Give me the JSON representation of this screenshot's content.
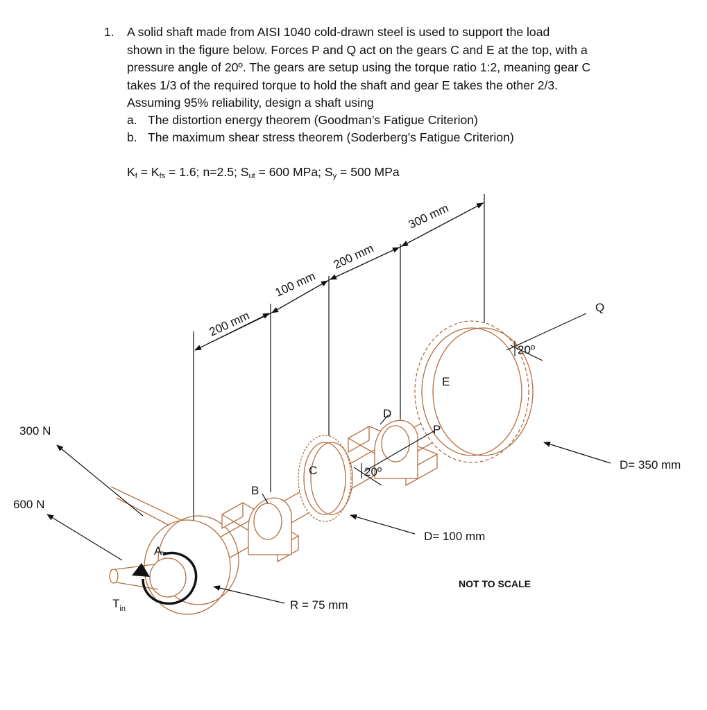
{
  "problem": {
    "number": "1.",
    "lines": [
      "A solid shaft made from AISI 1040 cold-drawn steel is used to support the load",
      "shown in the figure below.  Forces P and Q act on the gears C and E at the top, with a",
      "pressure angle of 20º. The gears are setup using the torque ratio 1:2, meaning gear C",
      "takes 1/3 of the required torque to hold the shaft and gear E takes the other 2/3.",
      "Assuming 95% reliability, design a shaft using"
    ],
    "parts": [
      {
        "letter": "a.",
        "text": "The distortion energy theorem (Goodman’s Fatigue Criterion)"
      },
      {
        "letter": "b.",
        "text": "The maximum shear stress theorem (Soderberg’s Fatigue Criterion)"
      }
    ],
    "params": {
      "kf": "K",
      "kf_sub": "f",
      "eq1": " = K",
      "kfs_sub": "fs",
      "mid": " = 1.6;  n=2.5;  S",
      "sut_sub": "ut",
      "mid2": " = 600 MPa; S",
      "sy_sub": "y",
      "end": " = 500 MPa"
    }
  },
  "figure": {
    "dims": {
      "d1": "200 mm",
      "d2": "100 mm",
      "d3": "200 mm",
      "d4": "300 mm"
    },
    "forces": {
      "f1": "300 N",
      "f2": "600 N"
    },
    "points": {
      "A": "A",
      "B": "B",
      "C": "C",
      "D": "D",
      "E": "E",
      "P": "P",
      "Q": "Q"
    },
    "angles": {
      "c": "20º",
      "e": "20º"
    },
    "gear_c_diameter": "D= 100 mm",
    "gear_e_diameter": "D= 350 mm",
    "pulley_radius": "R = 75 mm",
    "torque_label": "T",
    "torque_sub": "in",
    "note": "NOT TO SCALE"
  },
  "colors": {
    "part_outline": "#b56d3e",
    "line": "#111111"
  }
}
